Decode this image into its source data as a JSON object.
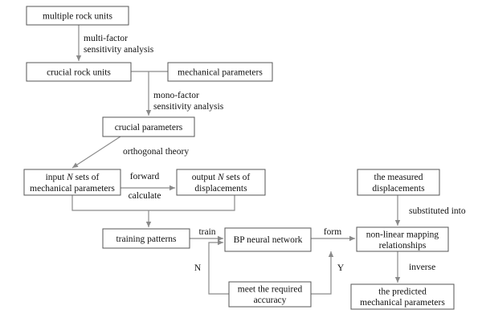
{
  "boxes": {
    "multiple_rock_units": "multiple rock units",
    "crucial_rock_units": "crucial rock units",
    "mechanical_parameters": "mechanical parameters",
    "crucial_parameters": "crucial parameters",
    "input_sets_prefix": "input ",
    "input_sets_var": "N",
    "input_sets_suffix": " sets of",
    "input_sets_line2": "mechanical parameters",
    "output_sets_prefix": "output ",
    "output_sets_var": "N",
    "output_sets_suffix": " sets of",
    "output_sets_line2": "displacements",
    "training_patterns": "training patterns",
    "bp_neural_network": "BP neural network",
    "meet_accuracy_line1": "meet the required",
    "meet_accuracy_line2": "accuracy",
    "measured_displacements_line1": "the measured",
    "measured_displacements_line2": "displacements",
    "nonlinear_mapping_line1": "non-linear mapping",
    "nonlinear_mapping_line2": "relationships",
    "predicted_parameters_line1": "the predicted",
    "predicted_parameters_line2": "mechanical parameters"
  },
  "labels": {
    "multi_factor_line1": "multi-factor",
    "multi_factor_line2": "sensitivity analysis",
    "mono_factor_line1": "mono-factor",
    "mono_factor_line2": "sensitivity analysis",
    "orthogonal_theory": "orthogonal theory",
    "forward": "forward",
    "calculate": "calculate",
    "train": "train",
    "form": "form",
    "substituted_into": "substituted into",
    "inverse": "inverse",
    "n_label": "N",
    "y_label": "Y"
  }
}
